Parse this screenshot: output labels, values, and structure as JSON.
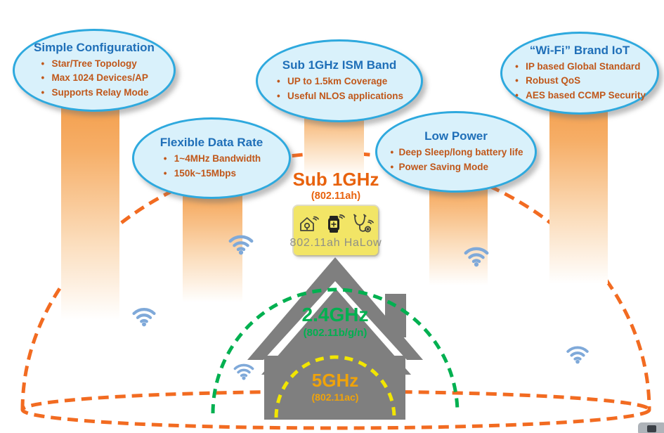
{
  "colors": {
    "bubble_fill": "#D9F1FB",
    "bubble_border": "#2EA9DE",
    "title_blue": "#1F6FB8",
    "bullet_orange": "#C0571A",
    "column_orange": "#F2953C",
    "dome_orange": "#F26B21",
    "green": "#00B050",
    "yellow": "#F2E600",
    "gold": "#F0A30A",
    "sub1ghz_orange": "#E8620D",
    "house_gray": "#7F7F7F",
    "wifi_blue": "#7FA9D9",
    "halow_box_fill": "#F2E566",
    "halow_text_gray": "#8F9088"
  },
  "bubbles": [
    {
      "title": "Simple Configuration",
      "bullets": [
        "Star/Tree Topology",
        "Max 1024 Devices/AP",
        "Supports Relay Mode"
      ]
    },
    {
      "title": "Flexible Data Rate",
      "bullets": [
        "1~4MHz Bandwidth",
        "150k~15Mbps"
      ]
    },
    {
      "title": "Sub 1GHz ISM Band",
      "bullets": [
        "UP to 1.5km Coverage",
        "Useful NLOS applications"
      ]
    },
    {
      "title": "Low Power",
      "bullets": [
        "Deep Sleep/long battery life",
        "Power Saving Mode"
      ]
    },
    {
      "title": "“Wi-Fi” Brand IoT",
      "bullets": [
        "IP based Global Standard",
        "Robust QoS",
        "AES based CCMP Security"
      ]
    }
  ],
  "center": {
    "band": "Sub 1GHz",
    "standard": "(802.11ah)",
    "halow_label": "802.11ah HaLow"
  },
  "coverage": {
    "wifi24_band": "2.4GHz",
    "wifi24_standard": "(802.11b/g/n)",
    "wifi5_band": "5GHz",
    "wifi5_standard": "(802.11ac)"
  },
  "icon_names": [
    "smart-home-icon",
    "smartwatch-icon",
    "stethoscope-icon",
    "wifi-signal-icon",
    "house-silhouette"
  ]
}
